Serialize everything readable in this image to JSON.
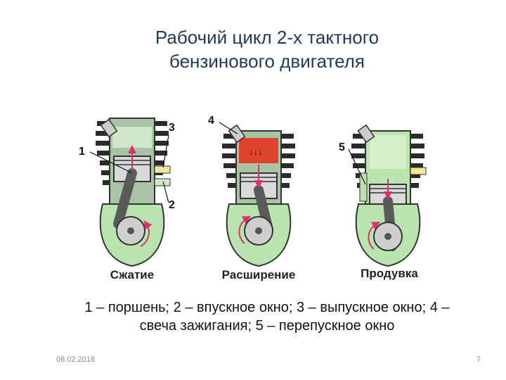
{
  "title": {
    "line1": "Рабочий цикл 2-х тактного",
    "line2": "бензинового двигателя"
  },
  "stages": [
    {
      "label": "Сжатие"
    },
    {
      "label": "Расширение"
    },
    {
      "label": "Продувка"
    }
  ],
  "callouts": [
    "1",
    "2",
    "3",
    "4",
    "5"
  ],
  "legend": {
    "line1": "1 – поршень; 2 – впускное окно; 3 – выпускное окно; 4 –",
    "line2": "свеча зажигания; 5 – перепускное окно"
  },
  "footer": {
    "date": "08.02.2018",
    "page": "7"
  },
  "colors": {
    "fins": "#2b2b2b",
    "cylinder": "#9bb59f",
    "crankcase_mix": "#b9e4b0",
    "combustion": "#e0432c",
    "piston": "#d9d9d9",
    "rod": "#5a5a5a",
    "arrow": "#e0306a",
    "port": "#f2e89a"
  }
}
